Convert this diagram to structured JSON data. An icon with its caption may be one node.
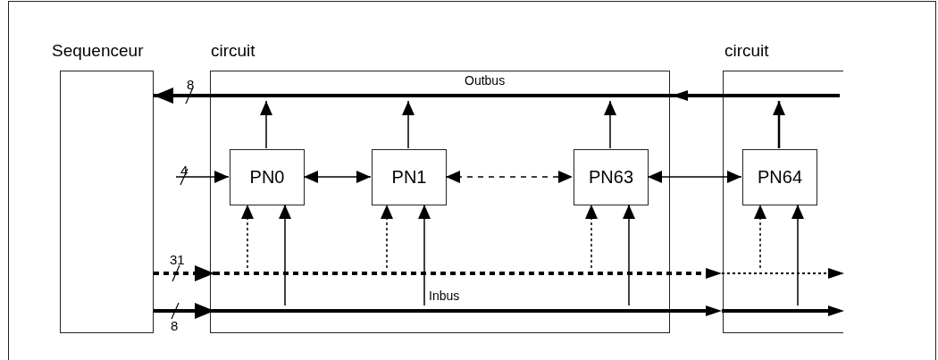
{
  "diagram": {
    "nodes": [
      {
        "text": [
          "Sequenceur"
        ]
      },
      {
        "text": [
          "circuit"
        ]
      },
      {
        "text": [
          "PN0"
        ],
        "in": 1
      },
      {
        "text": [
          "PN1"
        ],
        "in": 1
      },
      {
        "text": [
          "PN63"
        ],
        "in": 1
      },
      {
        "text": [
          "circuit"
        ]
      },
      {
        "text": [
          "PN64"
        ],
        "in": 5
      },
      {
        "text": [
          "Outbus"
        ]
      },
      {
        "text": [],
        "shape": "bar"
      },
      {
        "text": [
          "Inbus"
        ]
      }
    ],
    "edges": [
      {
        "from": 7,
        "to": 0,
        "arrow": "to",
        "label": "8",
        "style": "thick"
      },
      {
        "from": 2,
        "to": 7,
        "arrow": "to"
      },
      {
        "from": 3,
        "to": 7,
        "arrow": "to"
      },
      {
        "from": 4,
        "to": 7,
        "arrow": "to"
      },
      {
        "from": 6,
        "to": 7,
        "arrow": "to"
      },
      {
        "from": null,
        "to": 2,
        "arrow": "to",
        "label": "4"
      },
      {
        "from": 2,
        "to": 3,
        "arrow": "both"
      },
      {
        "from": 3,
        "to": 4,
        "arrow": "both",
        "style": "dashed"
      },
      {
        "from": 4,
        "to": 6,
        "arrow": "both"
      },
      {
        "from": 0,
        "to": 8,
        "arrow": "to",
        "label": "31",
        "style": "dashed"
      },
      {
        "from": 0,
        "to": 9,
        "arrow": "to",
        "label": "8",
        "style": "thick"
      },
      {
        "from": 8,
        "to": 2,
        "arrow": "to",
        "style": "dashed"
      },
      {
        "from": 8,
        "to": 3,
        "arrow": "to",
        "style": "dashed"
      },
      {
        "from": 8,
        "to": 4,
        "arrow": "to",
        "style": "dashed"
      },
      {
        "from": 8,
        "to": 6,
        "arrow": "to",
        "style": "dashed"
      },
      {
        "from": 9,
        "to": 2,
        "arrow": "to"
      },
      {
        "from": 9,
        "to": 3,
        "arrow": "to"
      },
      {
        "from": 9,
        "to": 4,
        "arrow": "to"
      },
      {
        "from": 9,
        "to": 6,
        "arrow": "to"
      }
    ]
  }
}
